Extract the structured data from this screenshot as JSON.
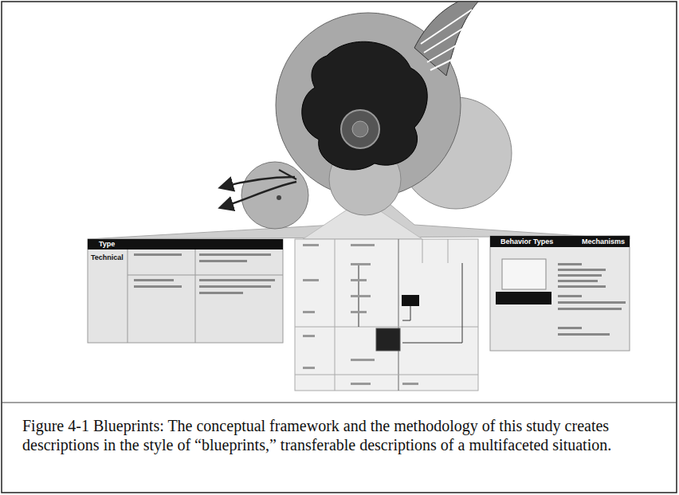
{
  "diagram": {
    "caption": "Figure 4-1 Blueprints: The conceptual framework and the methodology of this study creates descriptions in the style of “blueprints,” transferable descriptions of a multifaceted situation.",
    "labels": [
      "Type",
      "Technical",
      "Behavior Types",
      "Mechanisms"
    ]
  }
}
